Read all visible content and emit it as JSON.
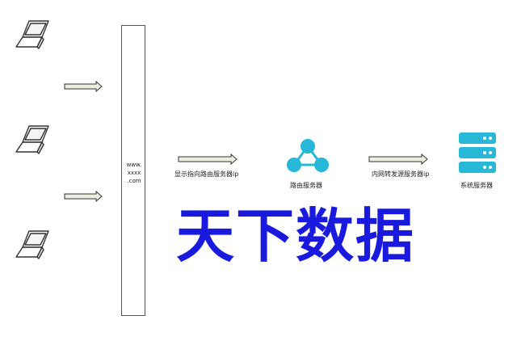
{
  "diagram": {
    "domain_box_text": "www.\nxxxx\n.com",
    "labels": {
      "arrow_to_router": "显示指向路由服务器ip",
      "router": "路由服务器",
      "arrow_to_system": "内网转发源服务器ip",
      "system_server": "系统服务器"
    },
    "watermark": "天下数据",
    "icons": [
      "laptop-icon",
      "laptop-icon",
      "laptop-icon",
      "router-share-icon",
      "server-stack-icon"
    ],
    "colors": {
      "icon_teal": "#27b8d8",
      "arrow_fill": "#eceee0",
      "watermark": "#1a1adf"
    }
  }
}
